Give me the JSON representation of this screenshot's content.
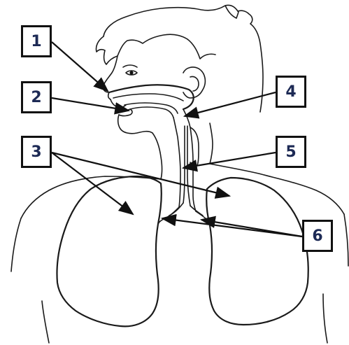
{
  "labels": [
    {
      "id": "1",
      "text": "1"
    },
    {
      "id": "2",
      "text": "2"
    },
    {
      "id": "3",
      "text": "3"
    },
    {
      "id": "4",
      "text": "4"
    },
    {
      "id": "5",
      "text": "5"
    },
    {
      "id": "6",
      "text": "6"
    }
  ],
  "colors": {
    "line": "#111111",
    "label_text": "#1d2a55",
    "background": "#ffffff"
  }
}
